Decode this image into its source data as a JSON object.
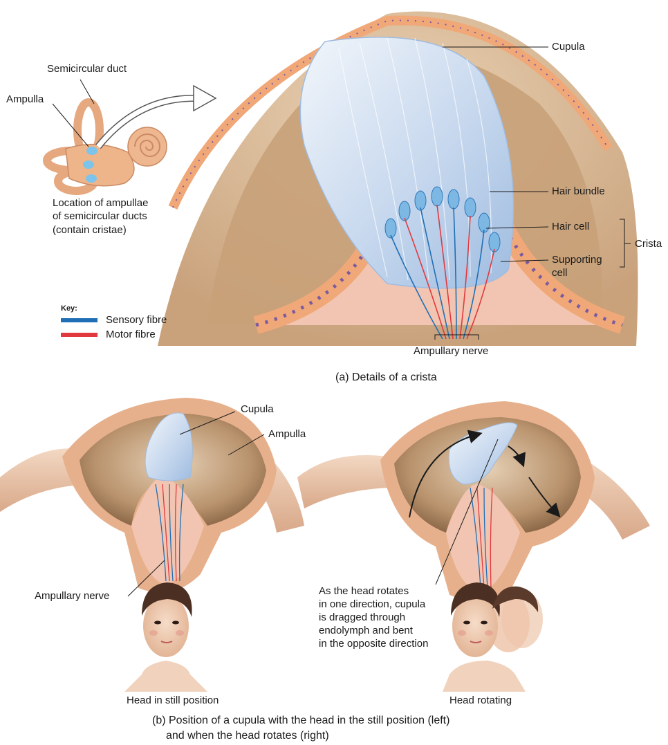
{
  "top_left": {
    "semicircular_duct": "Semicircular duct",
    "ampulla": "Ampulla",
    "location_line1": "Location of ampullae",
    "location_line2": "of semicircular ducts",
    "location_line3": "(contain cristae)"
  },
  "key": {
    "title": "Key:",
    "sensory": "Sensory fibre",
    "motor": "Motor fibre",
    "sensory_color": "#1f6fb5",
    "motor_color": "#e0393e"
  },
  "crista_labels": {
    "cupula": "Cupula",
    "hair_bundle": "Hair bundle",
    "hair_cell": "Hair cell",
    "crista": "Crista",
    "supporting_line1": "Supporting",
    "supporting_line2": "cell",
    "ampullary_nerve": "Ampullary nerve"
  },
  "caption_a": "(a) Details of a crista",
  "panel_b": {
    "cupula": "Cupula",
    "ampulla": "Ampulla",
    "ampullary_nerve": "Ampullary nerve",
    "rotate_line1": "As the head rotates",
    "rotate_line2": "in one direction, cupula",
    "rotate_line3": "is dragged through",
    "rotate_line4": "endolymph and bent",
    "rotate_line5": "in the opposite direction",
    "head_still": "Head in still position",
    "head_rotating": "Head rotating"
  },
  "caption_b_line1": "(b) Position of a cupula with the head in the still position (left)",
  "caption_b_line2": "and when the head rotates (right)"
}
